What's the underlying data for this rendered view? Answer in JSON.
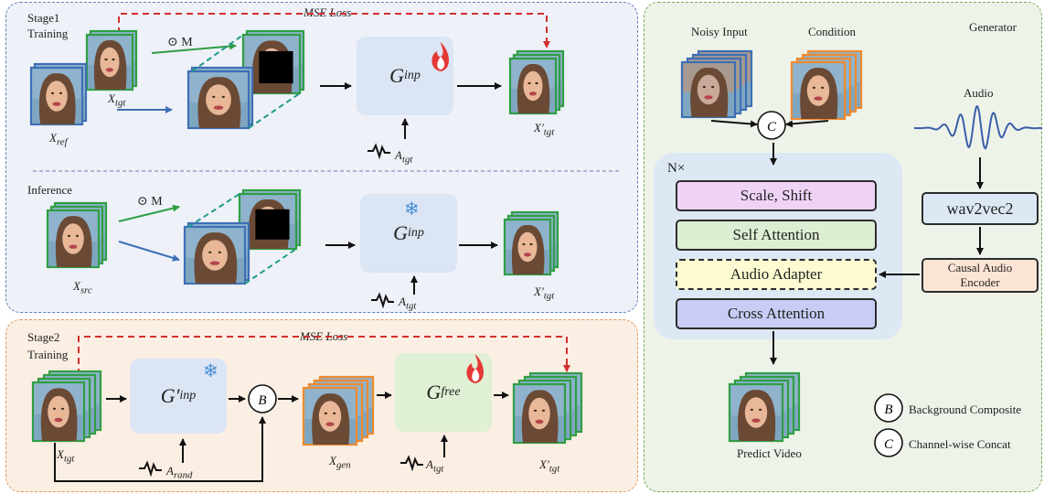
{
  "stage1": {
    "title": "Stage1",
    "subtitle": "Training",
    "loss": "MSE Loss",
    "mask_op": "⊙ M",
    "g_block": "G",
    "g_sub": "inp",
    "x_tgt": "X",
    "x_tgt_sub": "tgt",
    "x_ref": "X",
    "x_ref_sub": "ref",
    "a_tgt": "A",
    "a_tgt_sub": "tgt",
    "out": "X′",
    "out_sub": "tgt"
  },
  "inference": {
    "title": "Inference",
    "mask_op": "⊙ M",
    "g_block": "G",
    "g_sub": "inp",
    "x_src": "X",
    "x_src_sub": "src",
    "a_tgt": "A",
    "a_tgt_sub": "tgt",
    "out": "X′",
    "out_sub": "tgt"
  },
  "stage2": {
    "title": "Stage2",
    "subtitle": "Training",
    "loss": "MSE Loss",
    "g1_block": "G′",
    "g1_sub": "inp",
    "g2_block": "G",
    "g2_sub": "free",
    "b_node": "B",
    "x_tgt": "X",
    "x_tgt_sub": "tgt",
    "a_rand": "A",
    "a_rand_sub": "rand",
    "x_gen": "X",
    "x_gen_sub": "gen",
    "a_tgt": "A",
    "a_tgt_sub": "tgt",
    "out": "X′",
    "out_sub": "tgt"
  },
  "generator": {
    "title": "Generator",
    "noisy_input": "Noisy Input",
    "condition": "Condition",
    "audio": "Audio",
    "c_node": "C",
    "nx": "N×",
    "blocks": {
      "scale_shift": "Scale, Shift",
      "self_attention": "Self Attention",
      "audio_adapter": "Audio Adapter",
      "cross_attention": "Cross Attention"
    },
    "wav2vec": "wav2vec2",
    "causal": [
      "Causal Audio",
      "Encoder"
    ],
    "predict": "Predict Video",
    "legend": [
      {
        "symbol": "B",
        "text": "Background Composite"
      },
      {
        "symbol": "C",
        "text": "Channel-wise Concat"
      }
    ]
  },
  "colors": {
    "blue_frame": "#3d6fb5",
    "green_frame": "#2f9e44",
    "orange_frame": "#ef8a2e",
    "red_loss": "#d32f2f",
    "teal": "#1f9a8a",
    "scale_shift_fill": "#efd3f6",
    "self_attn_fill": "#dcefd3",
    "adapter_fill": "#fdfbd2",
    "cross_attn_fill": "#c9cdf5",
    "wav_fill": "#dde8f5",
    "causal_fill": "#fde5d5"
  }
}
